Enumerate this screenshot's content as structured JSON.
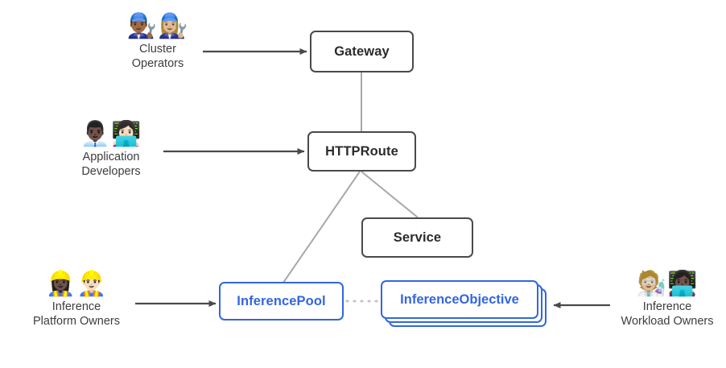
{
  "diagram": {
    "title": "Gateway API Inference Extension roles and resources",
    "colors": {
      "gray_border": "#4a4a4a",
      "blue": "#3366e0",
      "edge_gray": "#a8a8a8",
      "arrow_gray": "#4a4a4a",
      "dotted_gray": "#c4c4c4",
      "text_dark": "#2b2b2b",
      "label_text": "#3d3d3d",
      "background": "#ffffff"
    },
    "nodes": [
      {
        "id": "gateway",
        "label": "Gateway",
        "style": "gray"
      },
      {
        "id": "httproute",
        "label": "HTTPRoute",
        "style": "gray"
      },
      {
        "id": "service",
        "label": "Service",
        "style": "gray"
      },
      {
        "id": "inferencepool",
        "label": "InferencePool",
        "style": "blue"
      },
      {
        "id": "inferenceobjective",
        "label": "InferenceObjective",
        "style": "blue",
        "stacked": true,
        "stack_count": 3
      }
    ],
    "personas": [
      {
        "id": "cluster-operators",
        "label": "Cluster\nOperators",
        "icons": [
          "man-mechanic-icon",
          "woman-mechanic-icon"
        ],
        "glyphs": "👨🏾‍🔧👩🏼‍🔧",
        "targets": "gateway"
      },
      {
        "id": "application-developers",
        "label": "Application\nDevelopers",
        "icons": [
          "man-office-worker-icon",
          "woman-technologist-icon"
        ],
        "glyphs": "👨🏿‍💼👩🏻‍💻",
        "targets": "httproute"
      },
      {
        "id": "inference-platform-owners",
        "label": "Inference\nPlatform Owners",
        "icons": [
          "woman-construction-worker-icon",
          "man-construction-worker-icon"
        ],
        "glyphs": "👷🏿‍♀️👷🏻‍♂️",
        "targets": "inferencepool"
      },
      {
        "id": "inference-workload-owners",
        "label": "Inference\nWorkload Owners",
        "icons": [
          "scientist-icon",
          "woman-technologist-icon"
        ],
        "glyphs": "🧑🏼‍🔬👩🏿‍💻",
        "targets": "inferenceobjective"
      }
    ],
    "edges": [
      {
        "from": "cluster-operators",
        "to": "gateway",
        "kind": "arrow",
        "direction": "right"
      },
      {
        "from": "application-developers",
        "to": "httproute",
        "kind": "arrow",
        "direction": "right"
      },
      {
        "from": "inference-platform-owners",
        "to": "inferencepool",
        "kind": "arrow",
        "direction": "right"
      },
      {
        "from": "inference-workload-owners",
        "to": "inferenceobjective",
        "kind": "arrow",
        "direction": "left"
      },
      {
        "from": "gateway",
        "to": "httproute",
        "kind": "line"
      },
      {
        "from": "httproute",
        "to": "inferencepool",
        "kind": "line"
      },
      {
        "from": "httproute",
        "to": "service",
        "kind": "line"
      },
      {
        "from": "inferencepool",
        "to": "inferenceobjective",
        "kind": "dotted"
      }
    ]
  }
}
